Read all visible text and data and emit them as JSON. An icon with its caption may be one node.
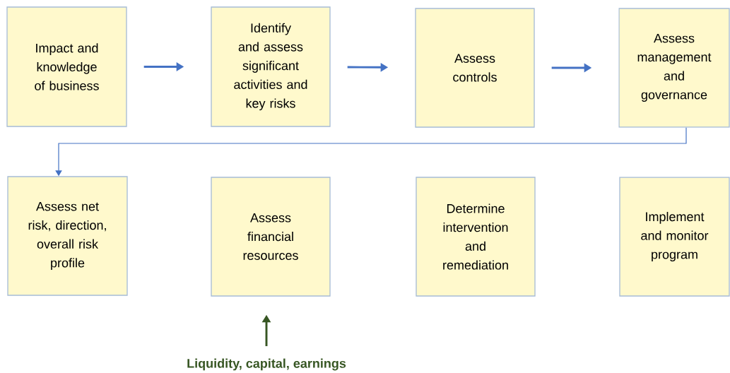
{
  "diagram": {
    "nodes": [
      {
        "text": [
          "Impact and knowledge of business"
        ]
      },
      {
        "text": [
          "Identify and assess significant activities and key risks"
        ]
      },
      {
        "text": [
          "Assess controls"
        ]
      },
      {
        "text": [
          "Assess management and governance"
        ]
      },
      {
        "text": [
          "Assess net risk, direction, overall risk profile"
        ]
      },
      {
        "text": [
          "Assess financial resources"
        ]
      },
      {
        "text": [
          "Determine intervention and remediation"
        ]
      },
      {
        "text": [
          "Implement and monitor program"
        ]
      },
      {
        "text": [
          "Liquidity, capital, earnings"
        ]
      }
    ],
    "edges": [
      {
        "from": 0,
        "to": 1,
        "arrow": "to"
      },
      {
        "from": 1,
        "to": 2,
        "arrow": "to"
      },
      {
        "from": 2,
        "to": 3,
        "arrow": "to"
      },
      {
        "from": 3,
        "to": 4,
        "arrow": "to"
      },
      {
        "from": 8,
        "to": 5,
        "arrow": "to",
        "color": "#375623"
      }
    ]
  }
}
